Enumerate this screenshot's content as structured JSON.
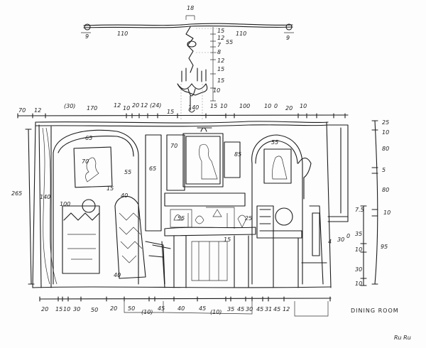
{
  "drawing": {
    "title": "DINING ROOM",
    "signature": "Ru Ru",
    "room_height": "265",
    "chandelier_labels": [
      "18",
      "9",
      "110",
      "110",
      "9",
      "15",
      "12",
      "7",
      "8",
      "55",
      "12",
      "15",
      "15",
      "10"
    ],
    "top_labels": [
      "70",
      "12",
      "(30)",
      "170",
      "12",
      "10",
      "20",
      "12",
      "(24)",
      "15",
      "140",
      "15",
      "10",
      "100",
      "10",
      "0",
      "20",
      "10"
    ],
    "bottom_labels": [
      "20",
      "15",
      "10",
      "30",
      "50",
      "20",
      "50",
      "(10)",
      "45",
      "40",
      "45",
      "(10)",
      "35",
      "45",
      "30",
      "45",
      "31",
      "45",
      "12"
    ],
    "right_labels": [
      "25",
      "10",
      "80",
      "5",
      "80",
      "10",
      "95",
      "7.5",
      "35",
      "10",
      "30",
      "10"
    ],
    "interior_labels": [
      "65",
      "70",
      "55",
      "40",
      "15",
      "100",
      "140",
      "65",
      "70",
      "85",
      "55",
      "25",
      "40",
      "15",
      "4",
      "30",
      "0",
      "55"
    ]
  }
}
